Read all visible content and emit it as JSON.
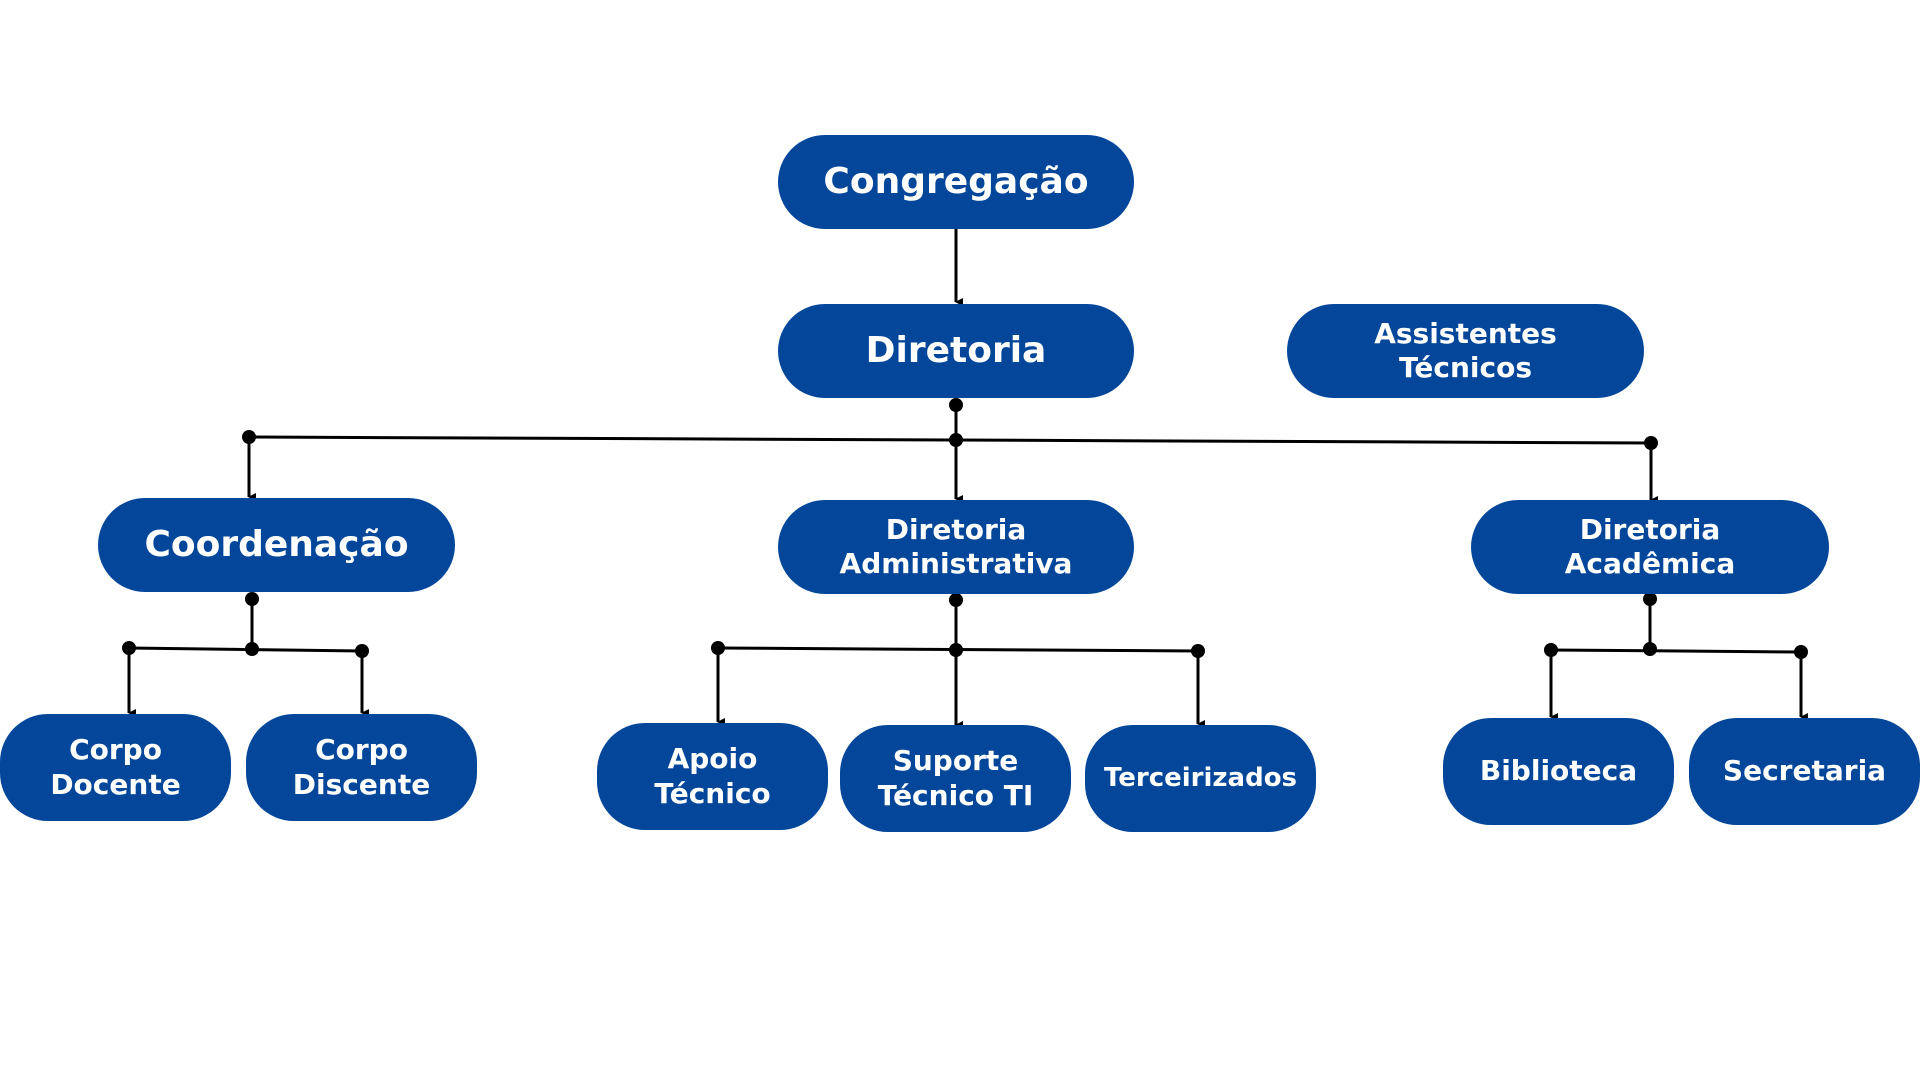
{
  "nodes": {
    "congregacao": "Congregação",
    "diretoria": "Diretoria",
    "assistentes_tecnicos": "Assistentes\nTécnicos",
    "coordenacao": "Coordenação",
    "diretoria_administrativa": "Diretoria\nAdministrativa",
    "diretoria_academica": "Diretoria\nAcadêmica",
    "corpo_docente": "Corpo\nDocente",
    "corpo_discente": "Corpo\nDiscente",
    "apoio_tecnico": "Apoio\nTécnico",
    "suporte_tecnico_ti": "Suporte\nTécnico TI",
    "terceirizados": "Terceirizados",
    "biblioteca": "Biblioteca",
    "secretaria": "Secretaria"
  },
  "colors": {
    "node_fill": "#04479a",
    "node_text": "#ffffff",
    "connector": "#000000"
  }
}
